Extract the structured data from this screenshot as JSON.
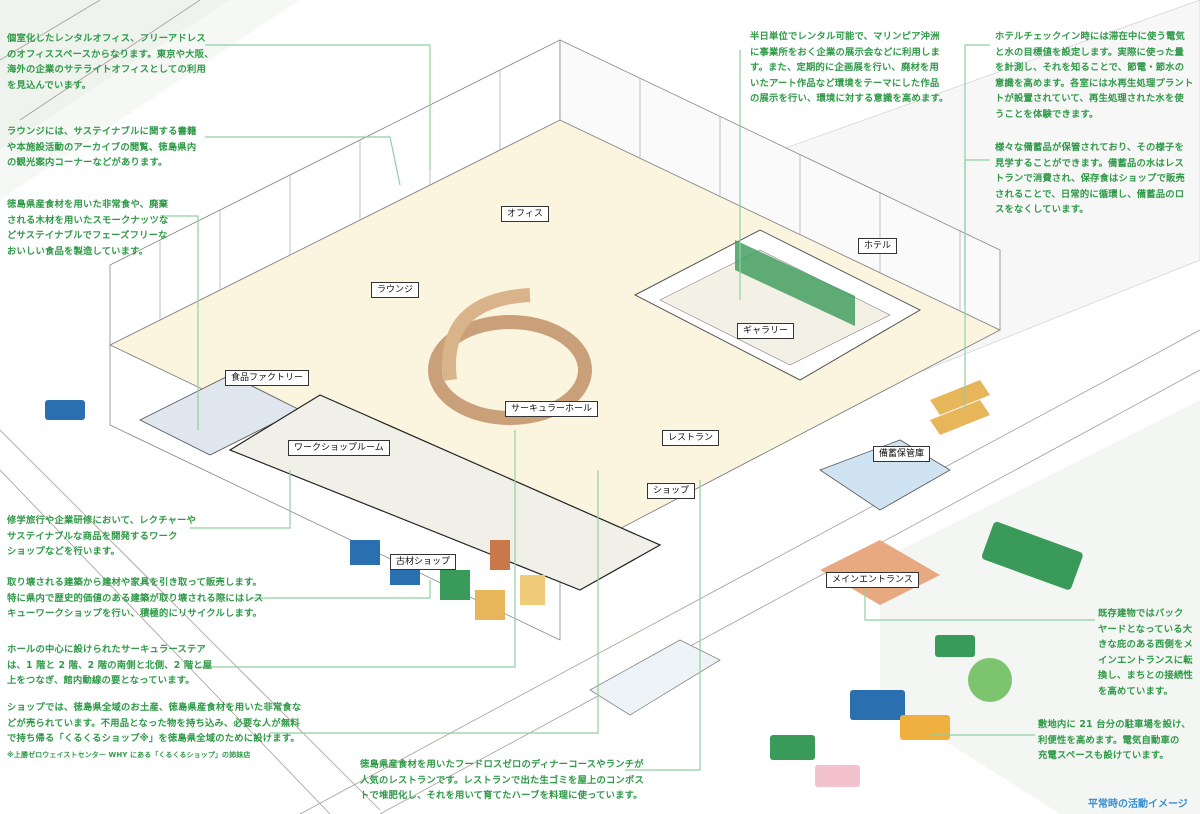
{
  "notes": {
    "office": "個室化したレンタルオフィス、フリーアドレス\nのオフィススペースからなります。東京や大阪、\n海外の企業のサテライトオフィスとしての利用\nを見込んでいます。",
    "lounge": "ラウンジには、サステイナブルに関する書籍\nや本施設活動のアーカイブの閲覧、徳島県内\nの観光案内コーナーなどがあります。",
    "food_factory": "徳島県産食材を用いた非常食や、廃棄\nされる木材を用いたスモークナッツな\nどサステイナブルでフェーズフリーな\nおいしい食品を製造しています。",
    "workshop": "修学旅行や企業研修において、レクチャーや\nサステイナブルな商品を開発するワーク\nショップなどを行います。",
    "salvage_shop": "取り壊される建築から建材や家具を引き取って販売します。\n特に県内で歴史的価値のある建築が取り壊される際にはレス\nキューワークショップを行い、積極的にリサイクルします。",
    "circular_stair": "ホールの中心に設けられたサーキュラーステア\nは、1 階と 2 階、2 階の南側と北側、2 階と屋\n上をつなぎ、館内動線の要となっています。",
    "shop": "ショップでは、徳島県全域のお土産、徳島県産食材を用いた非常食な\nどが売られています。不用品となった物を持ち込み、必要な人が無料\nで持ち帰る「くるくるショップ※」を徳島県全域のために設けます。",
    "shop_footnote": "※上勝ゼロウェイストセンター WHY にある「くるくるショップ」の姉妹店",
    "restaurant": "徳島県産食材を用いたフードロスゼロのディナーコースやランチが\n人気のレストランです。レストランで出た生ゴミを屋上のコンポス\nトで堆肥化し、それを用いて育てたハーブを料理に使っています。",
    "gallery": "半日単位でレンタル可能で、マリンピア沖洲\nに事業所をおく企業の展示会などに利用しま\nす。また、定期的に企画展を行い、廃材を用\nいたアート作品など環境をテーマにした作品\nの展示を行い、環境に対する意識を高めます。",
    "hotel": "ホテルチェックイン時には滞在中に使う電気\nと水の目標値を設定します。実際に使った量\nを計測し、それを知ることで、節電・節水の\n意識を高めます。各室には水再生処理プラント\nトが設置されていて、再生処理された水を使\nうことを体験できます。",
    "stockpile": "様々な備蓄品が保管されており、その様子を\n見学することができます。備蓄品の水はレス\nトランで消費され、保存食はショップで販売\nされることで、日常的に循環し、備蓄品のロ\nスをなくしています。",
    "entrance": "既存建物ではバック\nヤードとなっている大\nきな庇のある西側をメ\nインエントランスに転\n換し、まちとの接続性\nを高めています。",
    "parking": "敷地内に 21 台分の駐車場を設け、\n利便性を高めます。電気自動車の\n充電スペースも設けています。"
  },
  "labels": {
    "office": "オフィス",
    "hotel": "ホテル",
    "lounge": "ラウンジ",
    "gallery": "ギャラリー",
    "food_factory": "食品ファクトリー",
    "circular_hall": "サーキュラーホール",
    "restaurant": "レストラン",
    "workshop_room": "ワークショップルーム",
    "stockpile": "備蓄保管庫",
    "shop": "ショップ",
    "salvage_shop": "古材ショップ",
    "main_entrance": "メインエントランス"
  },
  "footer": "平常時の活動イメージ",
  "colors": {
    "text_green": "#2f9a48",
    "leader": "#8fd0a0",
    "accent_green": "#3a9a5a",
    "footer_blue": "#3a8fd0"
  }
}
